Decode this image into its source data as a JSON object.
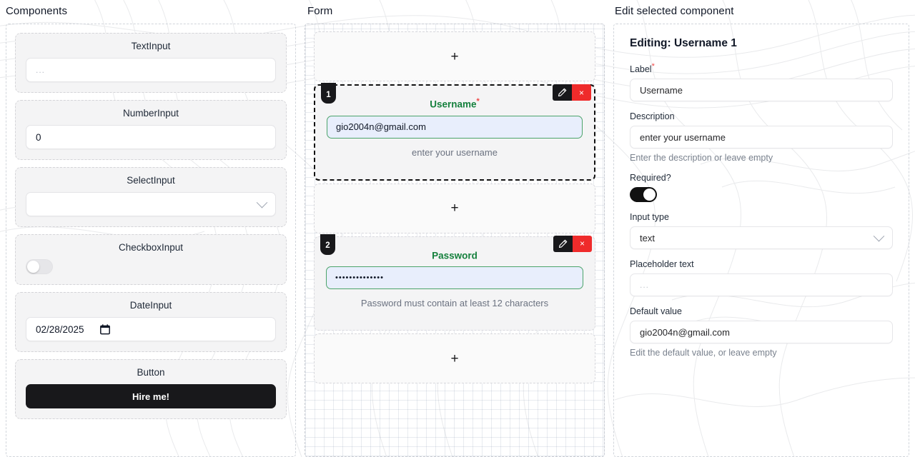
{
  "columns": {
    "components_title": "Components",
    "form_title": "Form",
    "editor_title": "Edit selected component"
  },
  "palette": {
    "items": [
      {
        "name": "TextInput",
        "value": "",
        "placeholder": "...",
        "kind": "text"
      },
      {
        "name": "NumberInput",
        "value": "0",
        "placeholder": "",
        "kind": "number"
      },
      {
        "name": "SelectInput",
        "value": "",
        "placeholder": "",
        "kind": "select"
      },
      {
        "name": "CheckboxInput",
        "value": "off",
        "placeholder": "",
        "kind": "toggle"
      },
      {
        "name": "DateInput",
        "value": "02/28/2025",
        "placeholder": "",
        "kind": "date"
      },
      {
        "name": "Button",
        "value": "Hire me!",
        "placeholder": "",
        "kind": "button"
      }
    ]
  },
  "form": {
    "dropzone_glyph": "+",
    "cards": [
      {
        "index": "1",
        "label": "Username",
        "required": true,
        "required_marker": "*",
        "value": "gio2004n@gmail.com",
        "help": "enter your username",
        "selected": true,
        "edit_icon": "pencil-icon",
        "delete_glyph": "×"
      },
      {
        "index": "2",
        "label": "Password",
        "required": false,
        "required_marker": "",
        "value": "••••••••••••••",
        "help": "Password must contain at least 12 characters",
        "selected": false,
        "edit_icon": "pencil-icon",
        "delete_glyph": "×"
      }
    ]
  },
  "editor": {
    "heading": "Editing: Username 1",
    "label_field": {
      "label": "Label",
      "required_marker": "*",
      "value": "Username"
    },
    "description_field": {
      "label": "Description",
      "value": "enter your username",
      "hint": "Enter the description or leave empty"
    },
    "required_field": {
      "label": "Required?",
      "state": "on"
    },
    "input_type_field": {
      "label": "Input type",
      "value": "text",
      "options": [
        "text"
      ]
    },
    "placeholder_field": {
      "label": "Placeholder text",
      "value": "",
      "placeholder": "..."
    },
    "default_value_field": {
      "label": "Default value",
      "value": "gio2004n@gmail.com",
      "hint": "Edit the default value, or leave empty"
    }
  },
  "colors": {
    "accent_green": "#15803d",
    "required_red": "#ef4444",
    "delete_red": "#ef2b2b",
    "dark": "#18181b",
    "input_fill": "#e8eefc",
    "input_border_green": "#4ca46a"
  }
}
